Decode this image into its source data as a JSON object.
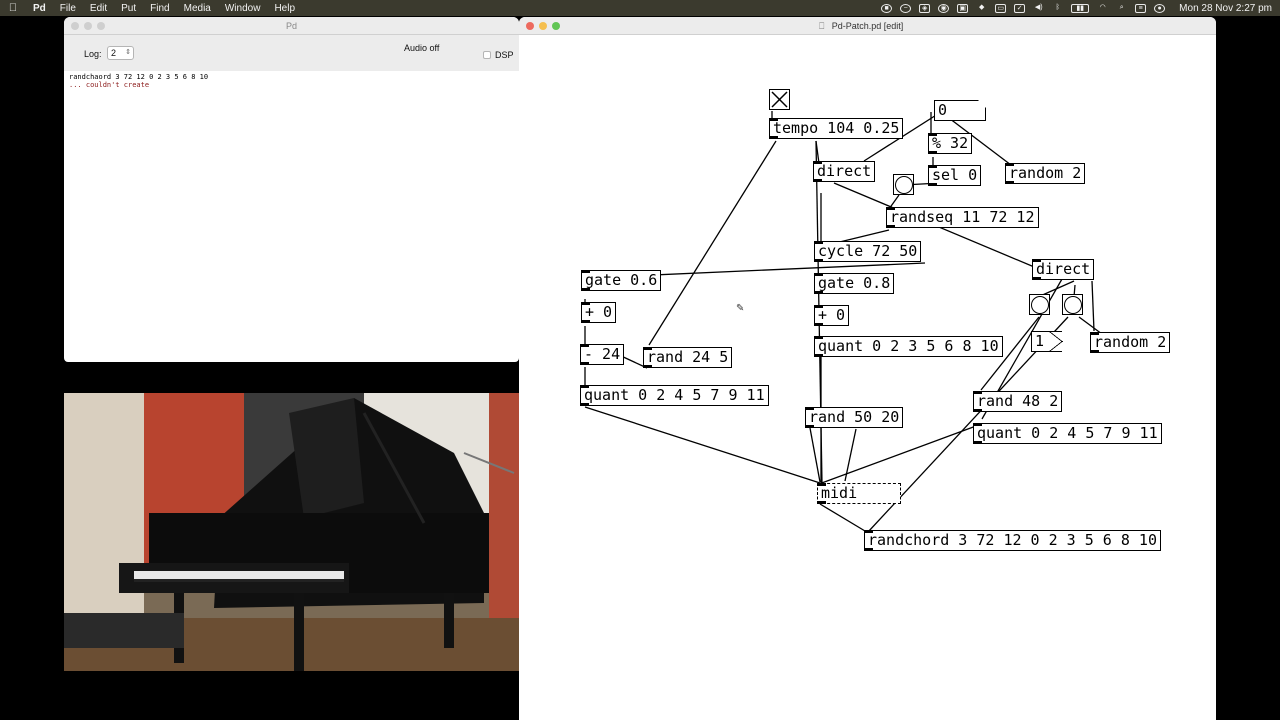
{
  "menubar": {
    "app": "Pd",
    "items": [
      "File",
      "Edit",
      "Put",
      "Find",
      "Media",
      "Window",
      "Help"
    ],
    "status_icons": [
      "stop-icon",
      "minus-icon",
      "shield-icon",
      "eye-icon",
      "lock-icon",
      "dropbox-icon",
      "display-icon",
      "shield-check-icon",
      "volume-icon",
      "bluetooth-icon",
      "battery-icon",
      "wifi-icon",
      "search-icon",
      "control-center-icon",
      "siri-icon"
    ],
    "clock": "Mon 28 Nov  2:27 pm"
  },
  "console": {
    "title": "Pd",
    "log_label": "Log:",
    "log_level": "2",
    "audio_status": "Audio off",
    "dsp_label": "DSP",
    "lines": [
      {
        "text": "randchaord 3 72 12 0 2 3 5 6 8 10",
        "error": false
      },
      {
        "text": "... couldn't create",
        "error": true
      }
    ]
  },
  "patch": {
    "title": "Pd-Patch.pd [edit]",
    "objects": {
      "tempo": "tempo 104 0.25",
      "numbox": "0",
      "mod": "% 32",
      "direct1": "direct",
      "sel": "sel 0",
      "random1": "random 2",
      "randseq": "randseq 11 72 12",
      "cycle": "cycle 72 50",
      "gate1": "gate 0.6",
      "gate2": "gate 0.8",
      "direct2": "direct",
      "plus1": "+ 0",
      "plus2": "+ 0",
      "minus": "- 24",
      "rand1": "rand 24 5",
      "quant2": "quant 0 2 3 5 6 8 10",
      "msg1": "1",
      "random2": "random 2",
      "quant1": "quant 0 2 4 5 7 9 11",
      "rand3": "rand 48 2",
      "rand2": "rand 50 20",
      "quant3": "quant 0 2 4 5 7 9 11",
      "midi": "midi",
      "randchord": "randchord 3 72 12 0 2 3 5 6 8 10"
    }
  }
}
